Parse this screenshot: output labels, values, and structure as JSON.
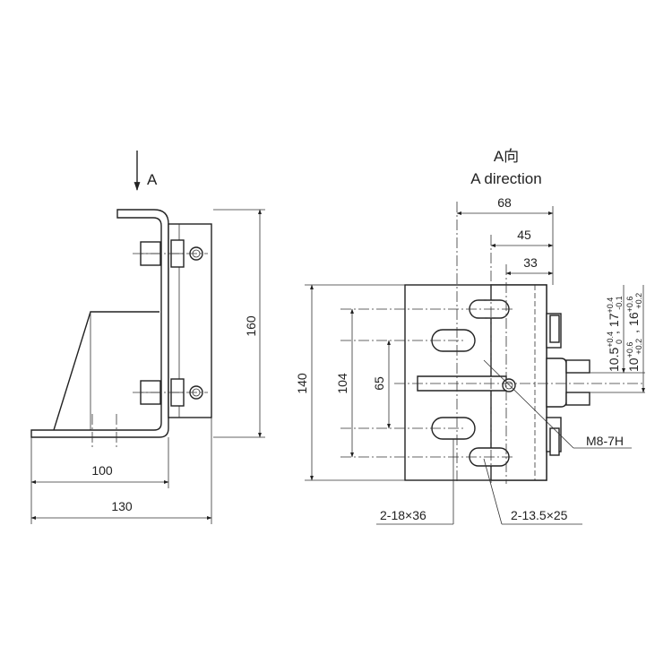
{
  "view_arrow_label": "A",
  "view_title_cn": "A向",
  "view_title_en": "A direction",
  "side_view": {
    "dim_height": "160",
    "dim_inner_width": "100",
    "dim_overall_width": "130"
  },
  "front_view": {
    "dim_68": "68",
    "dim_45": "45",
    "dim_33": "33",
    "dim_140": "140",
    "dim_104": "104",
    "dim_65": "65",
    "thread_label": "M8-7H",
    "slots_large_label": "2-18×36",
    "slots_small_label": "2-13.5×25"
  },
  "tolerances": {
    "line1": {
      "a_base": "10.5",
      "a_upper": "+0.4",
      "a_lower": "0",
      "sep": ",",
      "b_base": "17",
      "b_upper": "+0.4",
      "b_lower": "-0.1"
    },
    "line2": {
      "a_base": "10",
      "a_upper": "+0.6",
      "a_lower": "+0.2",
      "sep": ",",
      "b_base": "16",
      "b_upper": "+0.6",
      "b_lower": "+0.2"
    }
  }
}
